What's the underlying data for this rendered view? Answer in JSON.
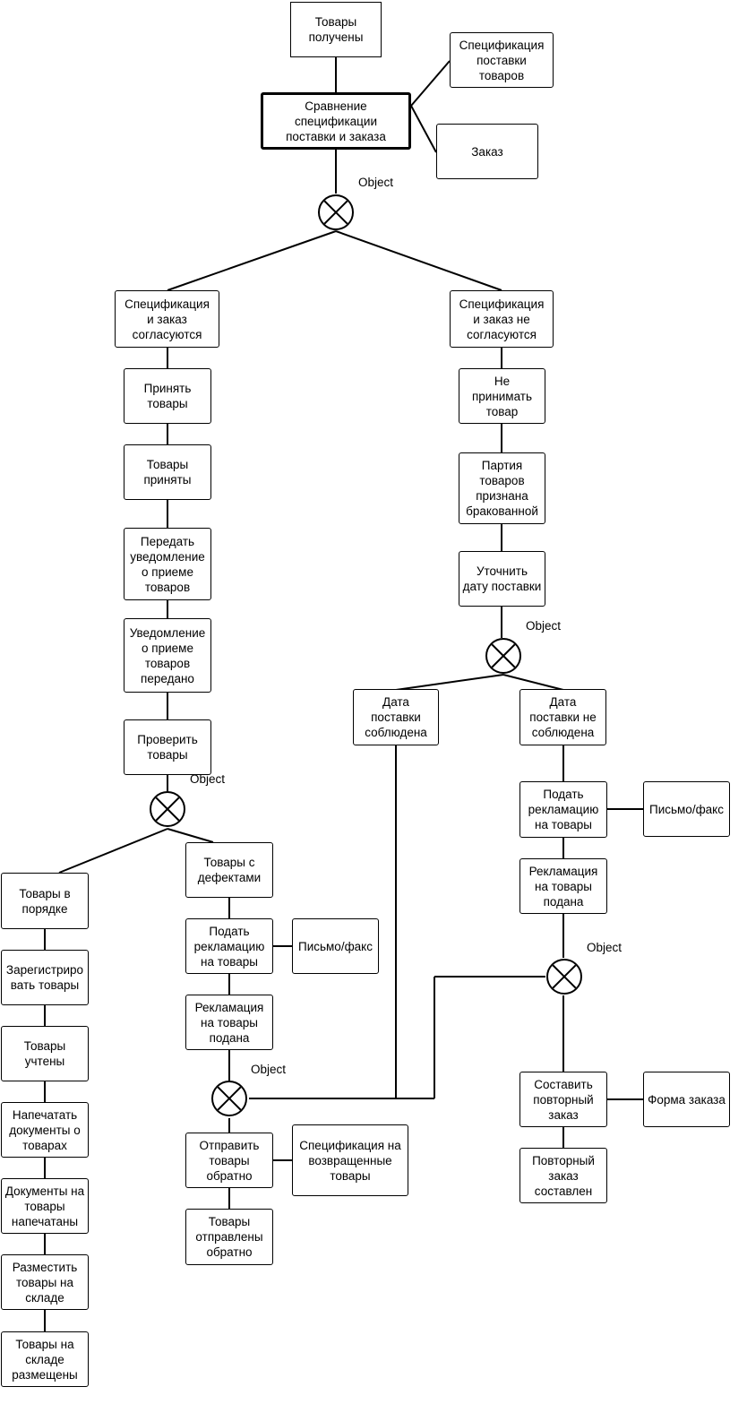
{
  "object_label": "Object",
  "nodes": {
    "goods_received": "Товары\nполучены",
    "compare_spec": "Сравнение\nспецификации\nпоставки и заказа",
    "delivery_spec": "Спецификация\nпоставки\nтоваров",
    "order": "Заказ",
    "spec_match": "Спецификация\nи заказ\nсогласуются",
    "spec_mismatch": "Спецификация\nи заказ не\nсогласуются",
    "accept_goods": "Принять\nтовары",
    "goods_accepted": "Товары\nприняты",
    "send_notice": "Передать\nуведомление\nо приеме\nтоваров",
    "notice_sent": "Уведомление\nо приеме\nтоваров\nпередано",
    "check_goods": "Проверить\nтовары",
    "goods_ok": "Товары в\nпорядке",
    "register_goods": "Зарегистриро\nвать товары",
    "goods_counted": "Товары\nучтены",
    "print_docs": "Напечатать\nдокументы о\nтоварах",
    "docs_printed": "Документы на\nтовары\nнапечатаны",
    "place_goods": "Разместить\nтовары на\nскладе",
    "goods_placed": "Товары на\nскладе\nразмещены",
    "defective_goods": "Товары с\nдефектами",
    "file_claim_left": "Подать\nрекламацию\nна товары",
    "letter_fax_left": "Письмо/факс",
    "claim_filed_left": "Рекламация\nна товары\nподана",
    "return_goods": "Отправить\nтовары\nобратно",
    "returned_spec": "Спецификация на\nвозвращенные\nтовары",
    "goods_returned": "Товары\nотправлены\nобратно",
    "reject_goods": "Не\nпринимать\nтовар",
    "batch_rejected": "Партия\nтоваров\nпризнана\nбракованной",
    "clarify_date": "Уточнить\nдату поставки",
    "date_met": "Дата\nпоставки\nсоблюдена",
    "date_not_met": "Дата\nпоставки не\nсоблюдена",
    "file_claim_right": "Подать\nрекламацию\nна товары",
    "letter_fax_right": "Письмо/факс",
    "claim_filed_right": "Рекламация\nна товары\nподана",
    "reorder": "Составить\nповторный\nзаказ",
    "order_form": "Форма заказа",
    "reorder_done": "Повторный\nзаказ\nсоставлен"
  }
}
